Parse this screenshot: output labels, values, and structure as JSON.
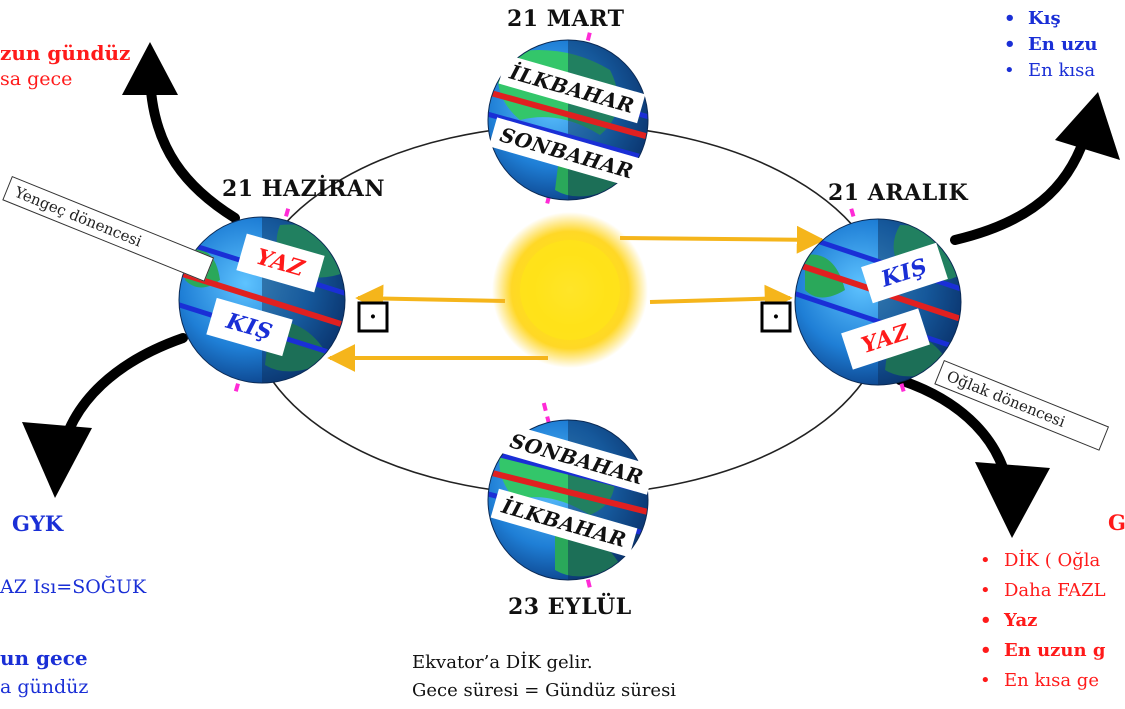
{
  "dates": {
    "mart": "21 MART",
    "haziran": "21 HAZİRAN",
    "aralik": "21 ARALIK",
    "eylul": "23 EYLÜL"
  },
  "globes": {
    "mart": {
      "top_label": "İLKBAHAR",
      "bottom_label": "SONBAHAR"
    },
    "eylul": {
      "top_label": "SONBAHAR",
      "bottom_label": "İLKBAHAR"
    },
    "haziran": {
      "north_label": "YAZ",
      "south_label": "KIŞ"
    },
    "aralik": {
      "north_label": "KIŞ",
      "south_label": "YAZ"
    }
  },
  "tropic_labels": {
    "cancer": "Yengeç dönencesi",
    "capricorn": "Oğlak dönencesi"
  },
  "top_left": {
    "line1": "zun gündüz",
    "line2": "sa gece"
  },
  "top_right": {
    "items": [
      "Kış",
      "En uzu",
      "En kısa"
    ]
  },
  "bottom_left": {
    "heading": "GYK",
    "line1": "AZ Isı=SOĞUK",
    "line2": "un gece",
    "line3": "a gündüz"
  },
  "bottom_right": {
    "heading": "G",
    "items": [
      "DİK ( Oğla",
      "Daha FAZL",
      "Yaz",
      "En uzun g",
      "En kısa ge"
    ]
  },
  "equinox_note": {
    "line1": "Ekvator’a DİK gelir.",
    "line2": "Gece süresi = Gündüz süresi"
  },
  "right_angle_symbol": "·",
  "colors": {
    "sunlight": "#f5b51b",
    "equator": "#e02020",
    "tropic": "#1a2fd6",
    "axis": "#ff2bd6",
    "ocean": "#1f7fd6",
    "land": "#33c66a"
  }
}
